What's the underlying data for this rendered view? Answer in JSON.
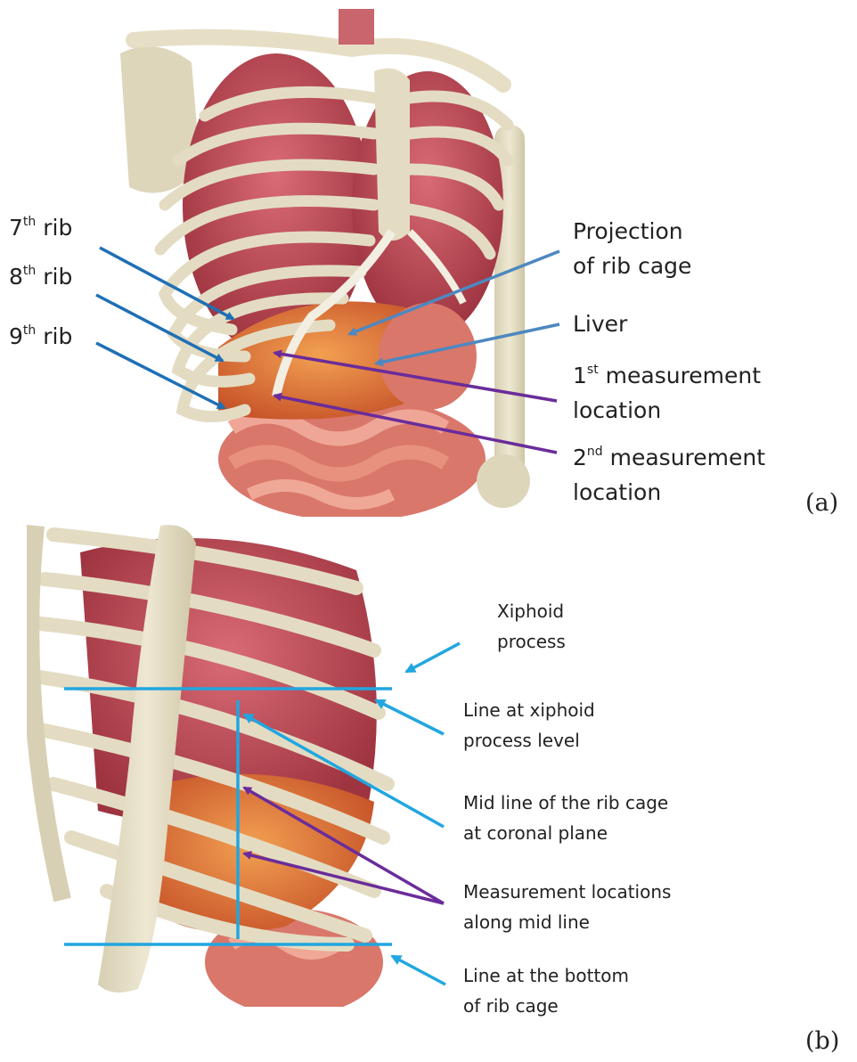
{
  "panel_a": {
    "tag": "(a)",
    "ribs": [
      {
        "num": "7",
        "sup": "th",
        "word": "rib"
      },
      {
        "num": "8",
        "sup": "th",
        "word": "rib"
      },
      {
        "num": "9",
        "sup": "th",
        "word": "rib"
      }
    ],
    "projection_line1": "Projection",
    "projection_line2": "of rib cage",
    "liver": "Liver",
    "first_num": "1",
    "first_sup": "st",
    "first_rest": " measurement",
    "first_line2": "location",
    "second_num": "2",
    "second_sup": "nd",
    "second_rest": " measurement",
    "second_line2": "location"
  },
  "panel_b": {
    "tag": "(b)",
    "xiphoid_line1": "Xiphoid",
    "xiphoid_line2": "process",
    "xline_line1": "Line at xiphoid",
    "xline_line2": "process level",
    "mid_line1": "Mid line of the rib cage",
    "mid_line2": "at coronal plane",
    "meas_line1": "Measurement locations",
    "meas_line2": "along mid line",
    "bottom_line1": "Line at the bottom",
    "bottom_line2": "of rib cage"
  },
  "colors": {
    "rib_arrow": "#1f6fb5",
    "callout_arrow": "#4d88c0",
    "measurement_arrow": "#6a2c9a",
    "guide_line": "#21a6e0",
    "rib": "#e3dcc3",
    "lung": "#c2505c",
    "liver": "#e0823a",
    "intestine": "#e08878"
  }
}
